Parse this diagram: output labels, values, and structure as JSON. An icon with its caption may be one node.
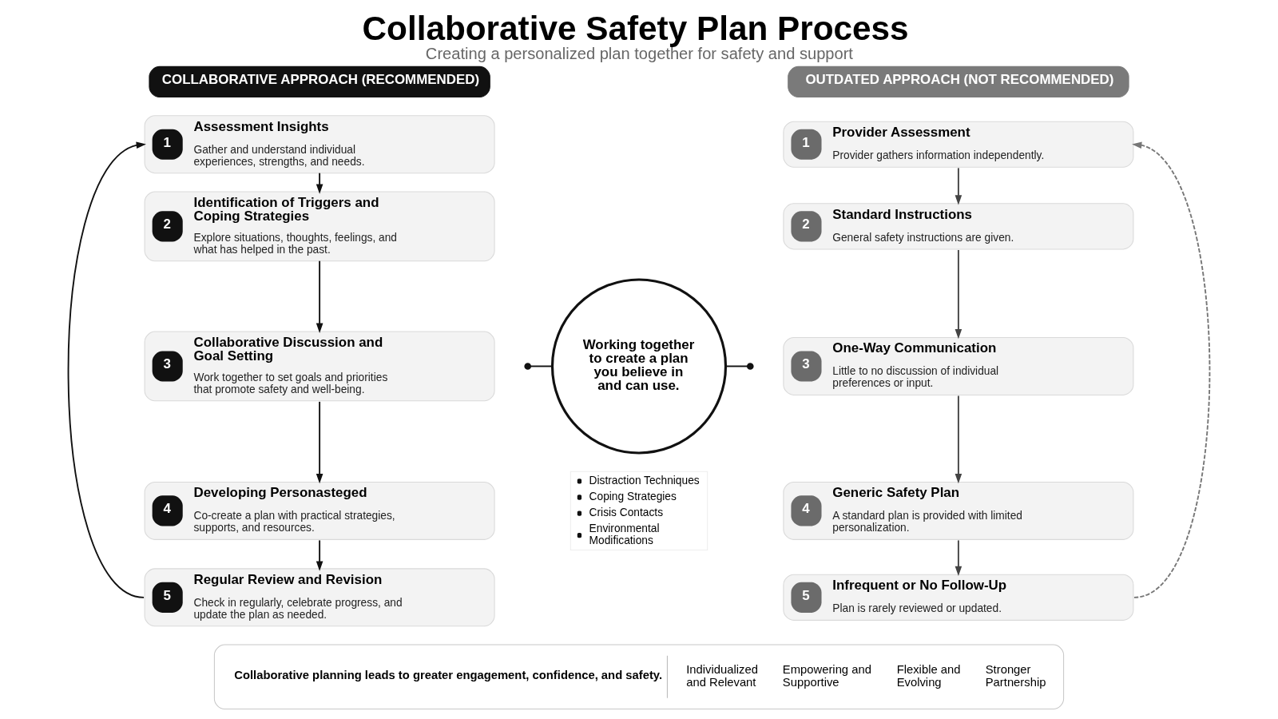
{
  "diagram": {
    "title": "Collaborative Safety Plan Process",
    "caption": "Creating a personalized plan together for safety and support",
    "nodes": [
      {
        "text": [
          "COLLABORATIVE APPROACH (RECOMMENDED)"
        ]
      },
      {
        "text": [
          "1",
          "Assessment Insights",
          "Gather and understand individual experiences, strengths, and needs."
        ]
      },
      {
        "text": [
          "2",
          "Identification of Triggers and Coping Strategies",
          "Explore situations, thoughts, feelings, and what has helped in the past."
        ]
      },
      {
        "text": [
          "3",
          "Collaborative Discussion and Goal Setting",
          "Work together to set goals and priorities that promote safety and well-being."
        ]
      },
      {
        "text": [
          "4",
          "Developing Personasteged",
          "Co-create a plan with practical strategies, supports, and resources."
        ]
      },
      {
        "text": [
          "Distraction Techniques",
          "Coping Strategies",
          "Crisis Contacts",
          "Environmental Modifications"
        ]
      },
      {
        "text": [
          "5",
          "Regular Review and Revision",
          "Check in regularly, celebrate progress, and update the plan as needed."
        ]
      },
      {
        "text": [
          "Working together to create a plan you believe in and can use."
        ]
      },
      {
        "text": [
          "OUTDATED APPROACH (NOT RECOMMENDED)"
        ]
      },
      {
        "text": [
          "1",
          "Provider Assessment",
          "Provider gathers information independently."
        ]
      },
      {
        "text": [
          "2",
          "Standard Instructions",
          "General safety instructions are given."
        ]
      },
      {
        "text": [
          "3",
          "One-Way Communication",
          "Little to no discussion of individual preferences or input."
        ]
      },
      {
        "text": [
          "4",
          "Generic Safety Plan",
          "A standard plan is provided with limited personalization."
        ]
      },
      {
        "text": [
          "5",
          "Infrequent or No Follow-Up",
          "Plan is rarely reviewed or updated."
        ]
      },
      {
        "text": [
          "Collaborative planning leads to greater engagement, confidence, and safety.",
          "Individualized and Relevant",
          "Empowering and Supportive",
          "Flexible and Evolving",
          "Stronger Partnership"
        ]
      }
    ],
    "edges": [
      {
        "from": 1,
        "to": 2,
        "arrow": "to"
      },
      {
        "from": 2,
        "to": 3,
        "arrow": "to"
      },
      {
        "from": 3,
        "to": 4,
        "arrow": "to"
      },
      {
        "from": 4,
        "to": 6,
        "arrow": "to"
      },
      {
        "from": 6,
        "to": 1,
        "arrow": "to"
      },
      {
        "from": null,
        "to": 7,
        "arrow": "other"
      },
      {
        "from": 7,
        "to": null,
        "arrow": "other"
      },
      {
        "from": 9,
        "to": 10,
        "arrow": "to",
        "color": "#444444"
      },
      {
        "from": 10,
        "to": 11,
        "arrow": "to",
        "color": "#444444"
      },
      {
        "from": 11,
        "to": 12,
        "arrow": "to",
        "color": "#444444"
      },
      {
        "from": 12,
        "to": 13,
        "arrow": "to",
        "color": "#444444"
      },
      {
        "from": 13,
        "to": 9,
        "arrow": "to",
        "style": "dashed",
        "color": "#777777"
      }
    ]
  }
}
